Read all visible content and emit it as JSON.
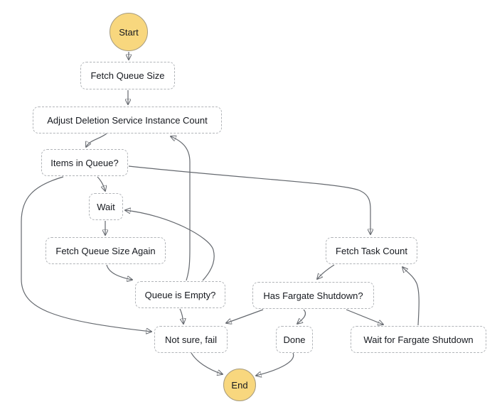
{
  "diagram": {
    "type": "state-machine-flowchart",
    "nodes": [
      {
        "id": "start",
        "label": "Start",
        "kind": "terminal"
      },
      {
        "id": "fetch-queue-size",
        "label": "Fetch Queue Size",
        "kind": "state"
      },
      {
        "id": "adjust-deletion-service-instance-count",
        "label": "Adjust Deletion Service Instance Count",
        "kind": "state"
      },
      {
        "id": "items-in-queue",
        "label": "Items in Queue?",
        "kind": "state"
      },
      {
        "id": "wait",
        "label": "Wait",
        "kind": "state"
      },
      {
        "id": "fetch-queue-size-again",
        "label": "Fetch Queue Size Again",
        "kind": "state"
      },
      {
        "id": "queue-is-empty",
        "label": "Queue is Empty?",
        "kind": "state"
      },
      {
        "id": "fetch-task-count",
        "label": "Fetch Task Count",
        "kind": "state"
      },
      {
        "id": "has-fargate-shutdown",
        "label": "Has Fargate Shutdown?",
        "kind": "state"
      },
      {
        "id": "not-sure-fail",
        "label": "Not sure, fail",
        "kind": "state"
      },
      {
        "id": "done",
        "label": "Done",
        "kind": "state"
      },
      {
        "id": "wait-for-fargate-shutdown",
        "label": "Wait for Fargate Shutdown",
        "kind": "state"
      },
      {
        "id": "end",
        "label": "End",
        "kind": "terminal"
      }
    ],
    "edges": [
      {
        "from": "start",
        "to": "fetch-queue-size"
      },
      {
        "from": "fetch-queue-size",
        "to": "adjust-deletion-service-instance-count"
      },
      {
        "from": "adjust-deletion-service-instance-count",
        "to": "items-in-queue"
      },
      {
        "from": "items-in-queue",
        "to": "wait"
      },
      {
        "from": "items-in-queue",
        "to": "fetch-task-count"
      },
      {
        "from": "items-in-queue",
        "to": "not-sure-fail"
      },
      {
        "from": "wait",
        "to": "fetch-queue-size-again"
      },
      {
        "from": "fetch-queue-size-again",
        "to": "queue-is-empty"
      },
      {
        "from": "queue-is-empty",
        "to": "adjust-deletion-service-instance-count"
      },
      {
        "from": "queue-is-empty",
        "to": "wait"
      },
      {
        "from": "queue-is-empty",
        "to": "not-sure-fail"
      },
      {
        "from": "fetch-task-count",
        "to": "has-fargate-shutdown"
      },
      {
        "from": "has-fargate-shutdown",
        "to": "done"
      },
      {
        "from": "has-fargate-shutdown",
        "to": "not-sure-fail"
      },
      {
        "from": "has-fargate-shutdown",
        "to": "wait-for-fargate-shutdown"
      },
      {
        "from": "wait-for-fargate-shutdown",
        "to": "fetch-task-count"
      },
      {
        "from": "not-sure-fail",
        "to": "end"
      },
      {
        "from": "done",
        "to": "end"
      }
    ],
    "colors": {
      "terminal_fill": "#f8d77e",
      "terminal_border": "#a79c7f",
      "state_fill": "#ffffff",
      "state_border": "#b1b4b8",
      "arrow": "#64686e",
      "text": "#16191f",
      "background": "#ffffff"
    }
  }
}
